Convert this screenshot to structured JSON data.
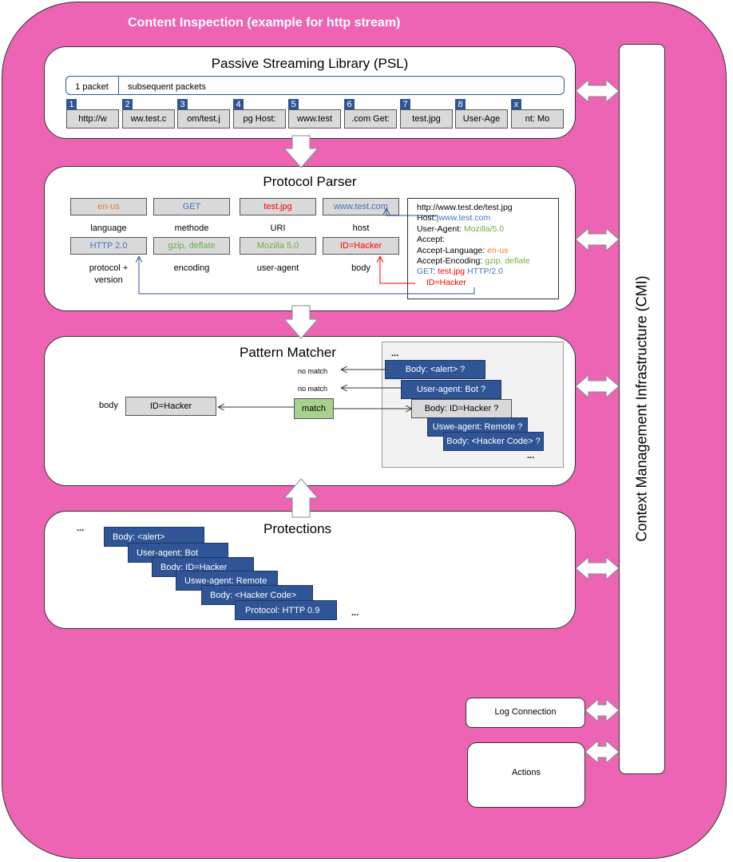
{
  "title": "Content Inspection (example for http stream)",
  "cmi_label": "Context Management Infrastructure (CMI)",
  "psl": {
    "title": "Passive Streaming Library (PSL)",
    "first_packet": "1 packet",
    "subsequent": "subsequent packets",
    "chunks": [
      {
        "num": "1",
        "text": "http://w"
      },
      {
        "num": "2",
        "text": "ww.test.c"
      },
      {
        "num": "3",
        "text": "om/test.j"
      },
      {
        "num": "4",
        "text": "pg Host:"
      },
      {
        "num": "5",
        "text": "www.test"
      },
      {
        "num": "6",
        "text": ".com Get:"
      },
      {
        "num": "7",
        "text": "test.jpg"
      },
      {
        "num": "8",
        "text": "User-Age"
      },
      {
        "num": "x",
        "text": "nt: Mo"
      }
    ]
  },
  "parser": {
    "title": "Protocol Parser",
    "fields": [
      {
        "value": "en-us",
        "label": "language"
      },
      {
        "value": "GET",
        "label": "methode"
      },
      {
        "value": "test.jpg",
        "label": "URI"
      },
      {
        "value": "www.test.com",
        "label": "host"
      },
      {
        "value": "HTTP 2.0",
        "label": "protocol +",
        "label2": "version"
      },
      {
        "value": "gzip, deflate",
        "label": "encoding"
      },
      {
        "value": "Mozilla 5.0",
        "label": "user-agent"
      },
      {
        "value": "ID=Hacker",
        "label": "body"
      }
    ],
    "request": {
      "line1": "http://www.test.de/test.jpg",
      "host_key": "Host: ",
      "host_val": "www.test.com",
      "ua_key": "User-Agent: ",
      "ua_val": "Mozilla/5.0",
      "accept": "Accept:",
      "lang_key": "Accept-Language: ",
      "lang_val": "en-us",
      "enc_key": "Accept-Encoding: ",
      "enc_val": "gzip, deflate",
      "get_key": "GET",
      "get_sep": ": ",
      "get_uri": "test.jpg",
      "get_sp": " ",
      "get_proto": "HTTP/2.0",
      "body": "ID=Hacker"
    }
  },
  "matcher": {
    "title": "Pattern Matcher",
    "body_label": "body",
    "body_value": "ID=Hacker",
    "match": "match",
    "no_match_1": "no match",
    "no_match_2": "no match",
    "ellipsis_top": "...",
    "ellipsis_bottom": "...",
    "rules": [
      "Body: <alert> ?",
      "User-agent: Bot ?",
      "Body: ID=Hacker ?",
      "Uswe-agent: Remote ?",
      "Body: <Hacker Code> ?"
    ]
  },
  "protections": {
    "title": "Protections",
    "ellipsis_left": "...",
    "ellipsis_right": "...",
    "items": [
      "Body: <alert>",
      "User-agent: Bot",
      "Body: ID=Hacker",
      "Uswe-agent: Remote",
      "Body: <Hacker Code>",
      "Protocol: HTTP 0.9"
    ]
  },
  "log_connection": "Log Connection",
  "actions": "Actions",
  "colors": {
    "background": "#ee64b5",
    "rule_blue": "#2f5597",
    "match_green": "#a9d18e"
  }
}
